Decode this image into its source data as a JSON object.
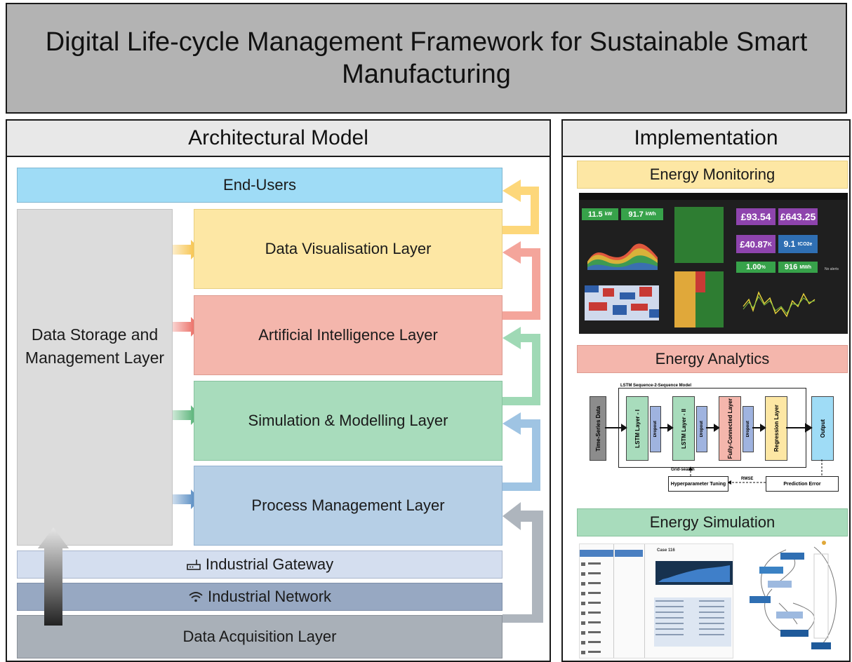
{
  "title": "Digital Life-cycle Management Framework for Sustainable Smart Manufacturing",
  "architecture": {
    "heading": "Architectural Model",
    "end_users": "End-Users",
    "storage_layer": "Data Storage and Management Layer",
    "layers": [
      {
        "label": "Data Visualisation Layer",
        "color": "#fde7a4"
      },
      {
        "label": "Artificial Intelligence Layer",
        "color": "#f4b6ac"
      },
      {
        "label": "Simulation & Modelling Layer",
        "color": "#a8dcbc"
      },
      {
        "label": "Process Management Layer",
        "color": "#b6cfe6"
      }
    ],
    "gateway": {
      "label": "Industrial Gateway",
      "icon": "router-icon"
    },
    "network": {
      "label": "Industrial Network",
      "icon": "wifi-icon"
    },
    "acquisition": "Data Acquisition Layer",
    "colors": {
      "end_users": "#9fdcf6",
      "storage": "#dcdcdc",
      "gateway": "#d4deef",
      "network": "#97a8c2",
      "acquisition": "#a9b0b8"
    }
  },
  "implementation": {
    "heading": "Implementation",
    "sections": [
      {
        "label": "Energy Monitoring",
        "color": "#fde7a4"
      },
      {
        "label": "Energy Analytics",
        "color": "#f4b6ac"
      },
      {
        "label": "Energy Simulation",
        "color": "#a8dcbc"
      }
    ],
    "monitoring": {
      "power_current": "11.5",
      "power_current_unit": "kW",
      "power_usage": "91.7",
      "power_usage_unit": "kWh",
      "cost_daily": "£93.54",
      "cost_weekly": "£643.25",
      "forecast_cost": "£40.87",
      "forecast_cost_unit": "K",
      "carbon": "9.1",
      "carbon_unit": "tCO2e",
      "forecast_error": "1.00",
      "forecast_error_unit": "%",
      "forecast_usage": "916",
      "forecast_usage_unit": "MWh",
      "no_alerts": "No alerts"
    },
    "analytics": {
      "model_title": "LSTM Sequence-2-Sequence Model",
      "input": "Time-Series Data",
      "lstm1": "LSTM Layer - I",
      "dropout": "Dropout",
      "lstm2": "LSTM Layer - II",
      "dense": "Fully-Connected Layer",
      "regression": "Regression Layer",
      "output": "Output",
      "grid_search": "Grid-search",
      "rmse": "RMSE",
      "tuning": "Hyperparameter Tuning",
      "error": "Prediction Error"
    },
    "simulation": {
      "case_title": "Case 116"
    }
  }
}
